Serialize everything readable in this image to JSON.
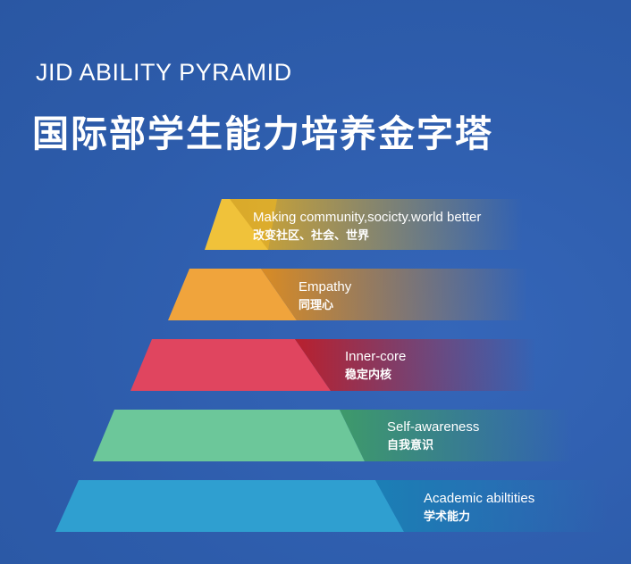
{
  "title_en": "JID ABILITY PYRAMID",
  "title_zh": "国际部学生能力培养金字塔",
  "tiers": [
    {
      "en": "Making community,socicty.world better",
      "zh": "改变社区、社会、世界",
      "color": "#f0c23a",
      "accent": "#d9a92a"
    },
    {
      "en": "Empathy",
      "zh": "同理心",
      "color": "#f0a43c",
      "accent": "#d98b24"
    },
    {
      "en": "Inner-core",
      "zh": "稳定内核",
      "color": "#e0455f",
      "accent": "#b9202e"
    },
    {
      "en": "Self-awareness",
      "zh": "自我意识",
      "color": "#6cc79a",
      "accent": "#3e9a6a"
    },
    {
      "en": "Academic abiltities",
      "zh": "学术能力",
      "color": "#2f9fd0",
      "accent": "#1b7fb5"
    }
  ]
}
